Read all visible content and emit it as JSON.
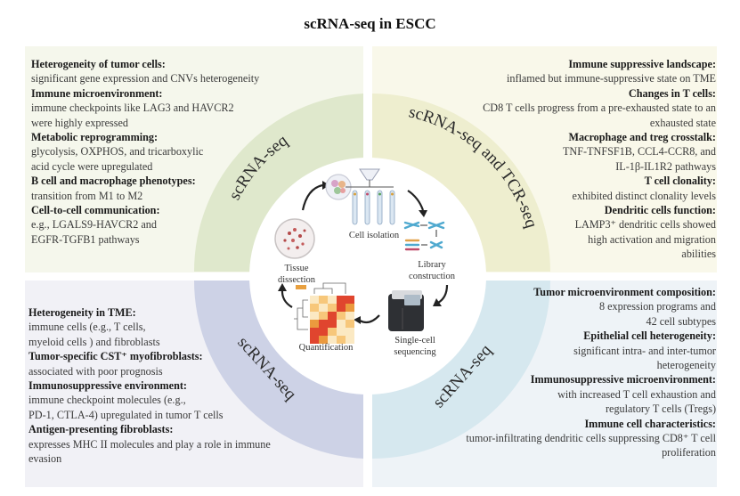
{
  "title": "scRNA-seq in ESCC",
  "quadrants": {
    "top_left": {
      "method": "scRNA-seq",
      "color": "#dfe8cc",
      "panel_color": "#f5f7ec",
      "items": [
        {
          "heading": "Heterogeneity of tumor cells:",
          "body": [
            "significant gene expression and CNVs heterogeneity"
          ]
        },
        {
          "heading": "Immune microenvironment:",
          "body": [
            "immune checkpoints like LAG3 and HAVCR2",
            "were highly expressed"
          ]
        },
        {
          "heading": "Metabolic reprogramming:",
          "body": [
            "glycolysis, OXPHOS, and tricarboxylic",
            "acid cycle were upregulated"
          ]
        },
        {
          "heading": "B cell and macrophage phenotypes:",
          "body": [
            "transition from M1 to M2"
          ]
        },
        {
          "heading": "Cell-to-cell communication:",
          "body": [
            "e.g., LGALS9-HAVCR2 and",
            "EGFR-TGFB1 pathways"
          ]
        }
      ]
    },
    "top_right": {
      "method": "scRNA-seq and TCR-seq",
      "color": "#eeeecf",
      "panel_color": "#f9f8ea",
      "items": [
        {
          "heading": "Immune suppressive landscape:",
          "body": [
            "inflamed but immune-suppressive state on TME"
          ]
        },
        {
          "heading": "Changes in T cells:",
          "body": [
            "CD8 T cells progress from a pre-exhausted state to an",
            "exhausted state"
          ]
        },
        {
          "heading": "Macrophage and treg crosstalk:",
          "body": [
            "TNF-TNFSF1B, CCL4-CCR8, and",
            "IL-1β-IL1R2 pathways"
          ]
        },
        {
          "heading": "T cell clonality:",
          "body": [
            "exhibited distinct clonality levels"
          ]
        },
        {
          "heading": "Dendritic cells function:",
          "body": [
            "LAMP3⁺ dendritic cells showed",
            "high activation and migration",
            "abilities"
          ]
        }
      ]
    },
    "bottom_left": {
      "method": "scRNA-seq",
      "color": "#cdd2e6",
      "panel_color": "#f1f1f6",
      "items": [
        {
          "heading": "Heterogeneity in TME:",
          "body": [
            "immune cells (e.g., T cells,",
            "myeloid cells ) and fibroblasts"
          ]
        },
        {
          "heading": "Tumor-specific CST⁺ myofibroblasts:",
          "body": [
            "associated with poor prognosis"
          ]
        },
        {
          "heading": "Immunosuppressive environment:",
          "body": [
            "immune checkpoint molecules (e.g.,",
            "PD-1, CTLA-4)  upregulated in tumor T cells"
          ]
        },
        {
          "heading": "Antigen-presenting fibroblasts:",
          "body": [
            "expresses MHC II molecules and play a role in immune",
            "evasion"
          ]
        }
      ]
    },
    "bottom_right": {
      "method": "scRNA-seq",
      "color": "#d6e8ef",
      "panel_color": "#eef3f7",
      "items": [
        {
          "heading": "Tumor microenvironment composition:",
          "body": [
            "8 expression programs and",
            "42 cell subtypes"
          ]
        },
        {
          "heading": "Epithelial cell heterogeneity:",
          "body": [
            "significant intra- and inter-tumor",
            "heterogeneity"
          ]
        },
        {
          "heading": "Immunosuppressive microenvironment:",
          "body": [
            "with increased T cell exhaustion and",
            "regulatory T cells (Tregs)"
          ]
        },
        {
          "heading": "Immune cell characteristics:",
          "body": [
            "tumor-infiltrating dendritic cells suppressing CD8⁺ T cell",
            "proliferation"
          ]
        }
      ]
    }
  },
  "workflow": {
    "steps": [
      {
        "label": [
          "Tissue",
          "dissection"
        ],
        "icon": "petri-dish-icon"
      },
      {
        "label": [
          "Cell isolation"
        ],
        "icon": "cell-isolation-icon"
      },
      {
        "label": [
          "Library",
          "construction"
        ],
        "icon": "dna-library-icon"
      },
      {
        "label": [
          "Single-cell",
          "sequencing"
        ],
        "icon": "sequencer-icon"
      },
      {
        "label": [
          "Quantification"
        ],
        "icon": "heatmap-icon"
      }
    ]
  }
}
